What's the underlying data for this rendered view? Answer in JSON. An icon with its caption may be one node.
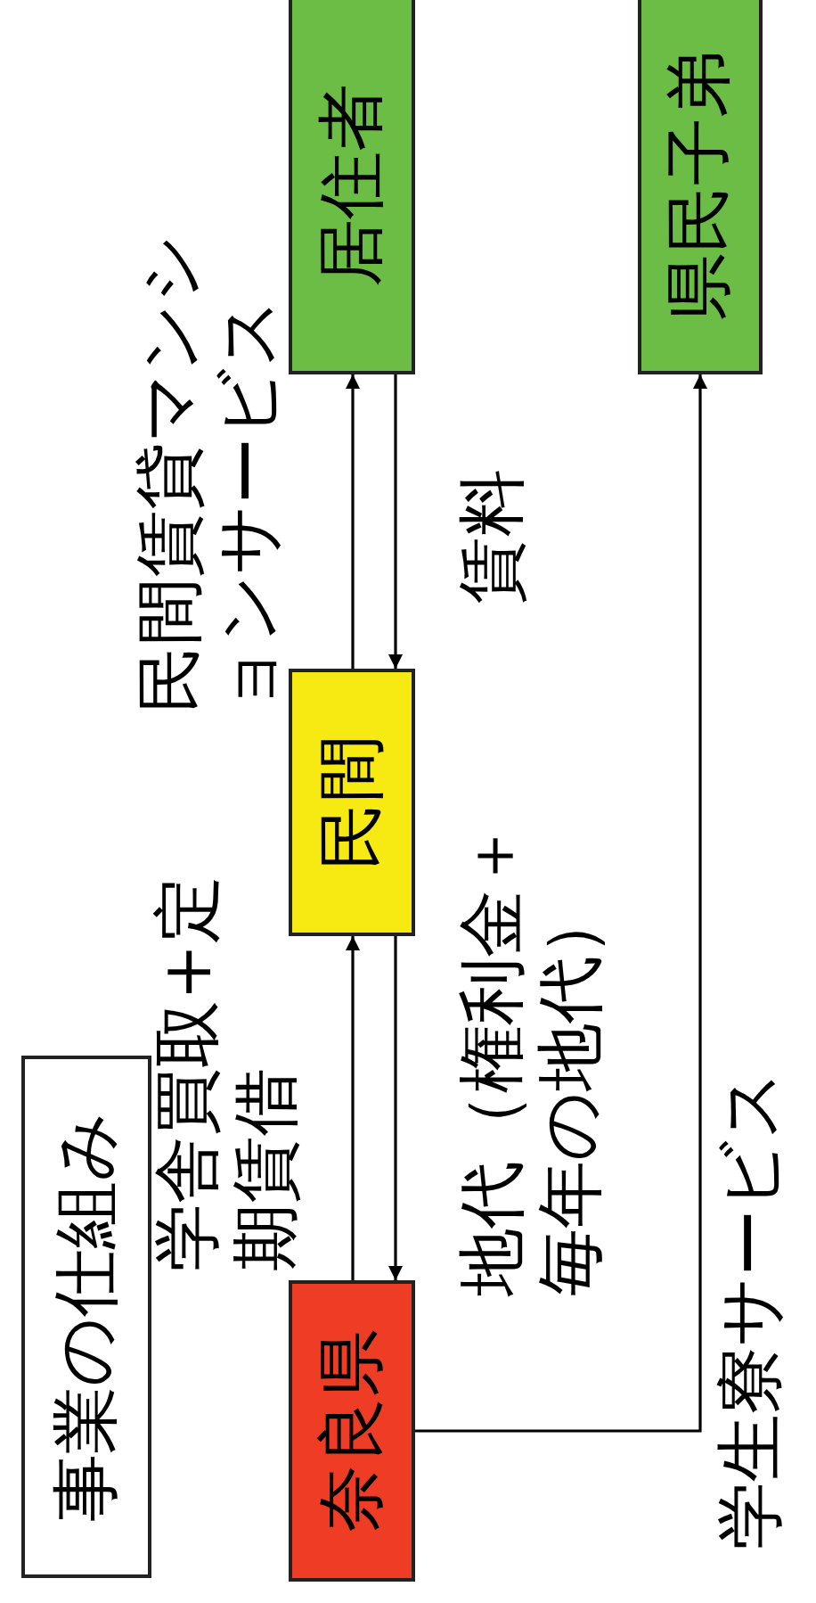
{
  "diagram": {
    "nodes": [
      {
        "text": [
          "事業の仕組み"
        ]
      },
      {
        "text": [
          "奈良県"
        ]
      },
      {
        "text": [
          "民間"
        ]
      },
      {
        "text": [
          "居住者"
        ]
      },
      {
        "text": [
          "県民子弟"
        ]
      }
    ],
    "edges": [
      {
        "from": 2,
        "to": 3,
        "arrow": "to",
        "label": "民間賃貸マンションサービス"
      },
      {
        "from": 3,
        "to": 2,
        "arrow": "to",
        "label": "賃料"
      },
      {
        "from": 1,
        "to": 2,
        "arrow": "to",
        "label": "学舎買取+定期賃借"
      },
      {
        "from": 2,
        "to": 1,
        "arrow": "to",
        "label": "地代（権利金＋毎年の地代）"
      },
      {
        "from": 1,
        "to": 4,
        "arrow": "to",
        "label": "学生寮サービス"
      }
    ]
  }
}
